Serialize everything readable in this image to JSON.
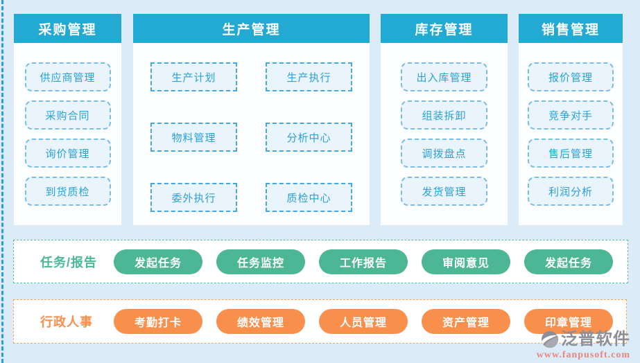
{
  "colors": {
    "background": "#dcebf8",
    "header_teal": "#23aad2",
    "item_text_blue": "#2ba1d6",
    "item_bg": "#eaf4fc",
    "item_border_rounded": "#7bbde6",
    "item_border_square": "#47a8dc",
    "task_green": "#4db795",
    "hr_orange": "#f88f4d",
    "left_dashed_line": "#2d9fd6",
    "watermark_gray": "#8e8e96",
    "watermark_url_red": "#e9867d"
  },
  "columns": [
    {
      "title": "采购管理",
      "items": [
        "供应商管理",
        "采购合同",
        "询价管理",
        "到货质检"
      ]
    },
    {
      "title": "生产管理",
      "items": [
        "生产计划",
        "生产执行",
        "物料管理",
        "分析中心",
        "委外执行",
        "质检中心"
      ]
    },
    {
      "title": "库存管理",
      "items": [
        "出入库管理",
        "组装拆卸",
        "调拨盘点",
        "发货管理"
      ]
    },
    {
      "title": "销售管理",
      "items": [
        "报价管理",
        "竞争对手",
        "售后管理",
        "利润分析"
      ]
    }
  ],
  "task_row": {
    "label": "任务/报告",
    "buttons": [
      "发起任务",
      "任务监控",
      "工作报告",
      "审阅意见",
      "发起任务"
    ]
  },
  "hr_row": {
    "label": "行政人事",
    "buttons": [
      "考勤打卡",
      "绩效管理",
      "人员管理",
      "资产管理",
      "印章管理"
    ]
  },
  "watermark": {
    "name": "泛普软件",
    "url": "www.fanpusoft.com"
  }
}
